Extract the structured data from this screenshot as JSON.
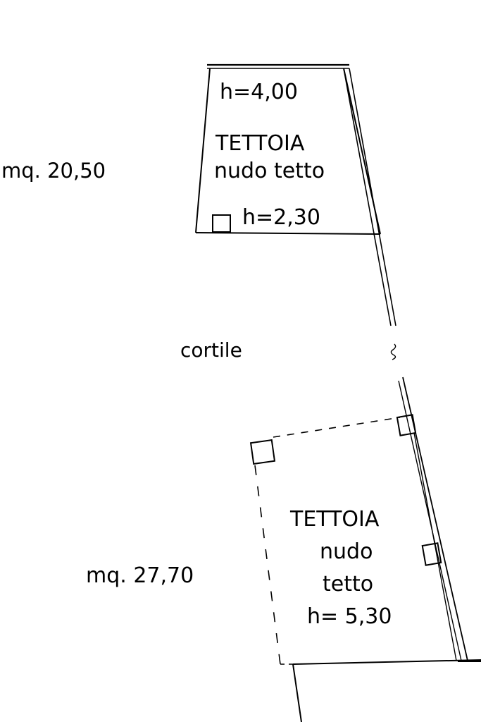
{
  "upper_shed": {
    "height_top": "h=4,00",
    "title": "TETTOIA",
    "subtitle": "nudo tetto",
    "height_bottom": "h=2,30",
    "area": "mq. 20,50"
  },
  "courtyard": {
    "label": "cortile"
  },
  "lower_shed": {
    "title": "TETTOIA",
    "line2": "nudo",
    "line3": "tetto",
    "height": "h= 5,30",
    "area": "mq. 27,70"
  },
  "colors": {
    "ink": "#000000",
    "paper": "#ffffff"
  }
}
